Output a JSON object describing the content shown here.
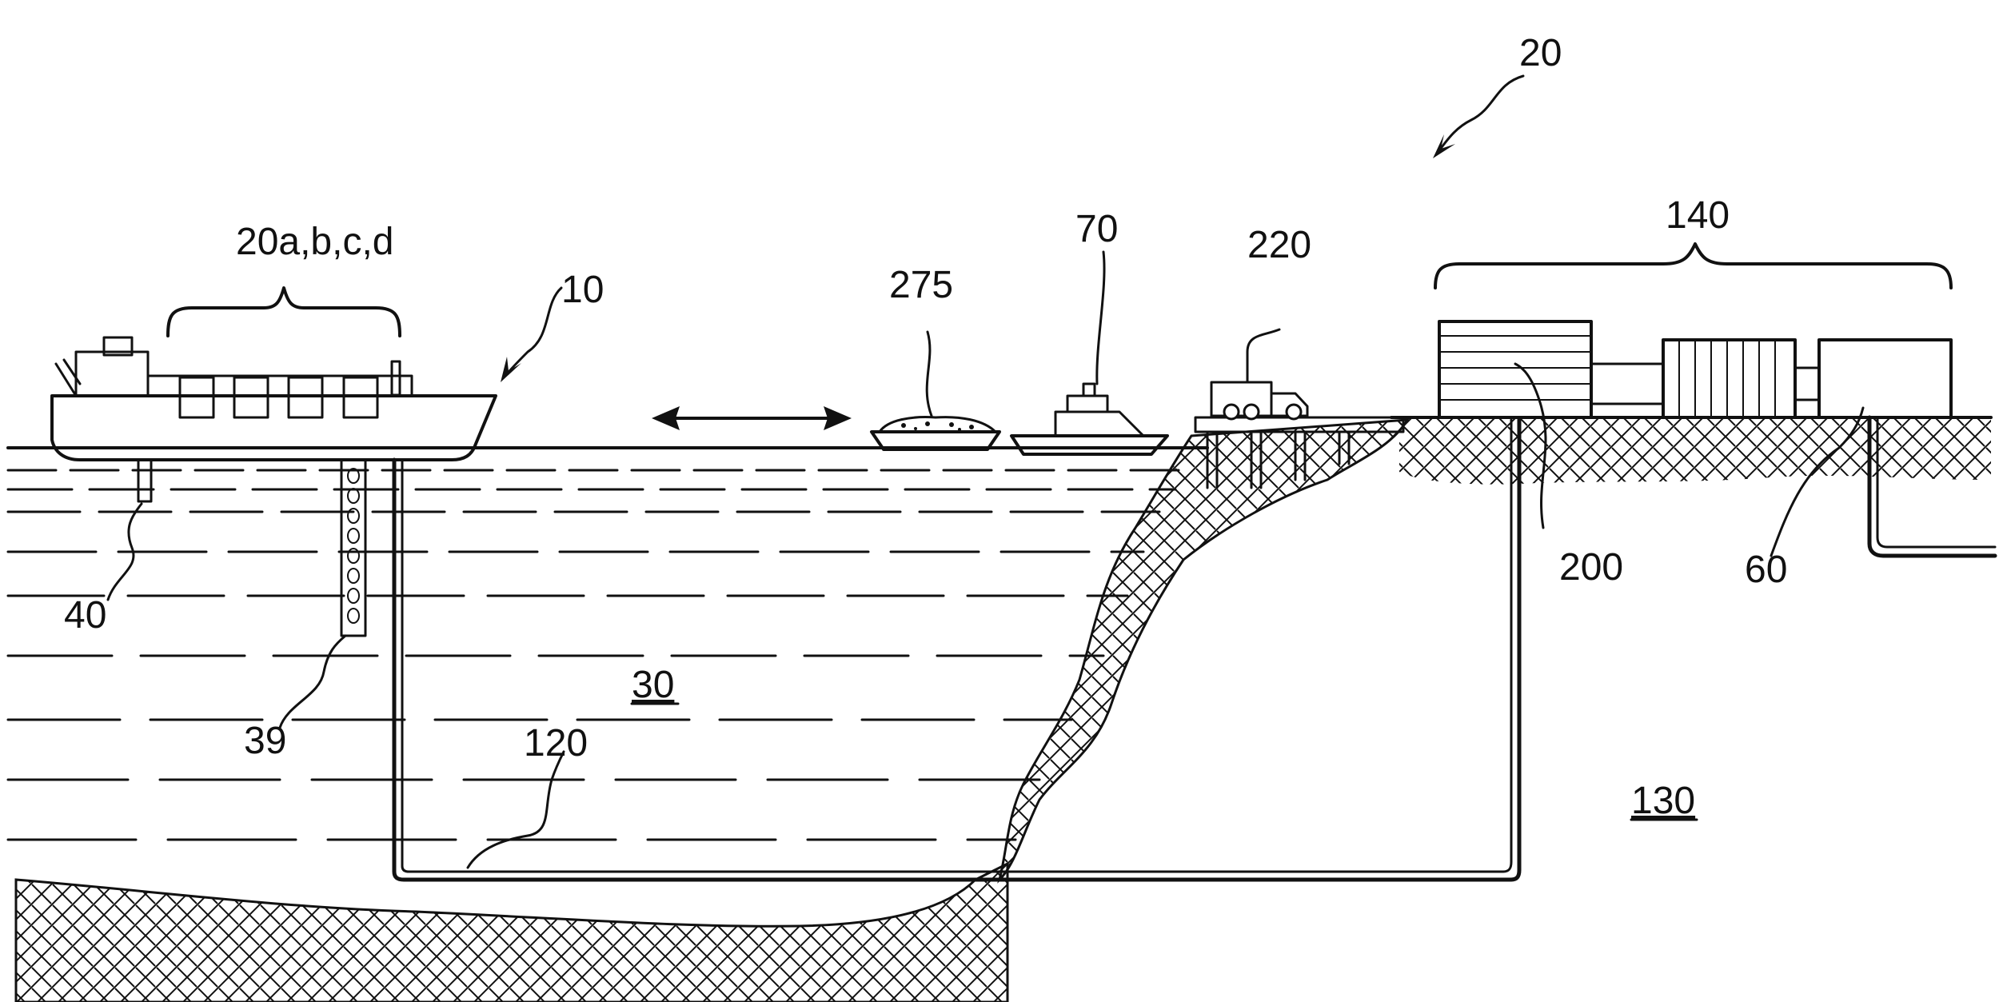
{
  "figure": {
    "labels": {
      "system": "20",
      "modules": "20a,b,c,d",
      "vessel": "10",
      "barge_cargo": "275",
      "support_vessel": "70",
      "truck": "220",
      "onshore_facility": "140",
      "unit_200": "200",
      "unit_60": "60",
      "mooring": "40",
      "riser": "39",
      "water_body": "30",
      "pipeline": "120",
      "land_region": "130"
    },
    "colors": {
      "ink": "#111111",
      "background": "#ffffff"
    }
  }
}
